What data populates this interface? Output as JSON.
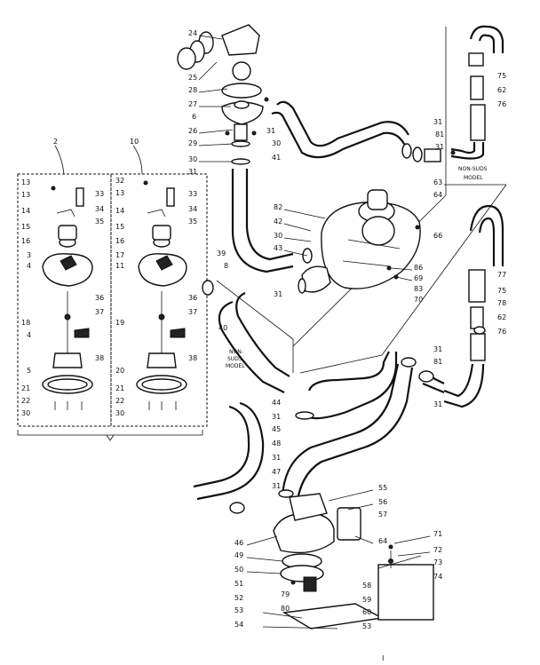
{
  "diagram": {
    "labels": {
      "l2": "2",
      "l10": "10",
      "l13a": "13",
      "l13b": "13",
      "l33a": "33",
      "l14a": "14",
      "l34a": "34",
      "l35a": "35",
      "l15a": "15",
      "l16a": "16",
      "l3": "3",
      "l4": "4",
      "l36a": "36",
      "l37a": "37",
      "l18": "18",
      "l4b": "4",
      "l38a": "38",
      "l5": "5",
      "l21a": "21",
      "l22a": "22",
      "l30a": "30",
      "l32": "32",
      "l13c": "13",
      "l33b": "33",
      "l14b": "14",
      "l34b": "34",
      "l35b": "35",
      "l15b": "15",
      "l16b": "16",
      "l17": "17",
      "l11": "11",
      "l36b": "36",
      "l37b": "37",
      "l19": "19",
      "l38b": "38",
      "l20": "20",
      "l21b": "21",
      "l22b": "22",
      "l30b": "30",
      "l24": "24",
      "l25": "25",
      "l28": "28",
      "l27": "27",
      "l6": "6",
      "l26": "26",
      "l29": "29",
      "l30c": "30",
      "l31a": "31",
      "l30d": "30",
      "l31b": "31",
      "l41": "41",
      "l31c": "31",
      "l81a": "81",
      "l31d": "31",
      "l75a": "75",
      "l62a": "62",
      "l76a": "76",
      "l82": "82",
      "l42": "42",
      "l30e": "30",
      "l43": "43",
      "l39": "39",
      "l8": "8",
      "l31e": "31",
      "l63": "63",
      "l64": "64",
      "l66": "66",
      "l86": "86",
      "l69": "69",
      "l83": "83",
      "l70": "70",
      "l40": "40",
      "l77": "77",
      "l75b": "75",
      "l78": "78",
      "l62b": "62",
      "l76b": "76",
      "l81b": "81",
      "l31f": "31",
      "l31g": "31",
      "l44": "44",
      "l31h": "31",
      "l45": "45",
      "l48": "48",
      "l31i": "31",
      "l47": "47",
      "l31j": "31",
      "l55": "55",
      "l56": "56",
      "l57": "57",
      "l64b": "64",
      "l46": "46",
      "l49": "49",
      "l50": "50",
      "l51": "51",
      "l79": "79",
      "l58": "58",
      "l52": "52",
      "l80": "80",
      "l59": "59",
      "l60": "60",
      "l53": "53",
      "l54": "54",
      "l53b": "53",
      "l71": "71",
      "l72": "72",
      "l73": "73",
      "l74": "74",
      "l_i": "I"
    },
    "notes": {
      "nonsuds_top": "NON-SUDS",
      "model_top": "MODEL",
      "nonsuds_mid1": "NON-",
      "nonsuds_mid2": "SUDS",
      "nonsuds_mid3": "MODEL"
    }
  }
}
